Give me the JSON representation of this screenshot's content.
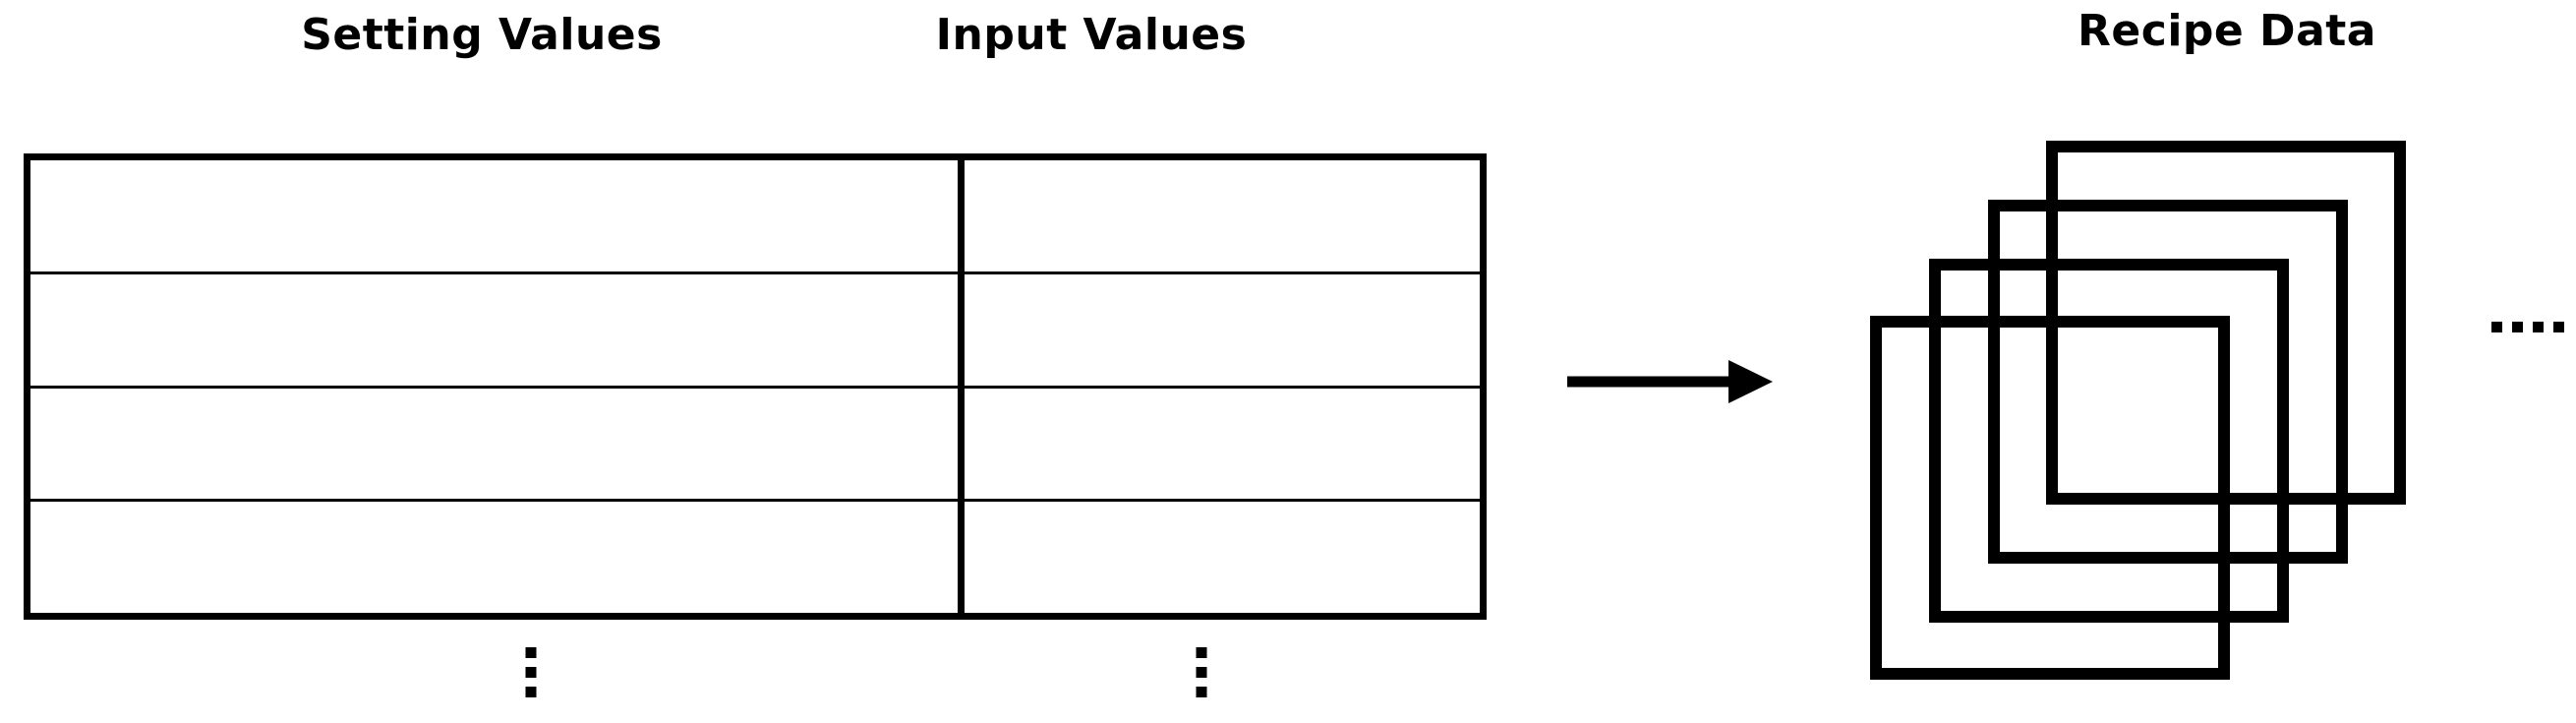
{
  "diagram": {
    "title_setting": "Setting Values",
    "title_input": "Input Values",
    "title_recipe": "Recipe Data",
    "arrow": "right-arrow",
    "stroke_color": "#000000",
    "background_color": "#ffffff"
  },
  "table": {
    "columns": [
      "Setting Values",
      "Input Values"
    ],
    "row_count": 4,
    "rows": [
      {
        "setting": "",
        "input": ""
      },
      {
        "setting": "",
        "input": ""
      },
      {
        "setting": "",
        "input": ""
      },
      {
        "setting": "",
        "input": ""
      }
    ],
    "continuation_marker": "⋮"
  },
  "recipe_stack": {
    "label": "Recipe Data",
    "sheet_count": 4,
    "continuation_marker": "...."
  },
  "icons": {
    "arrow": "right-arrow-icon",
    "vertical_ellipsis": "vertical-ellipsis-icon",
    "horizontal_ellipsis": "horizontal-ellipsis-icon"
  }
}
